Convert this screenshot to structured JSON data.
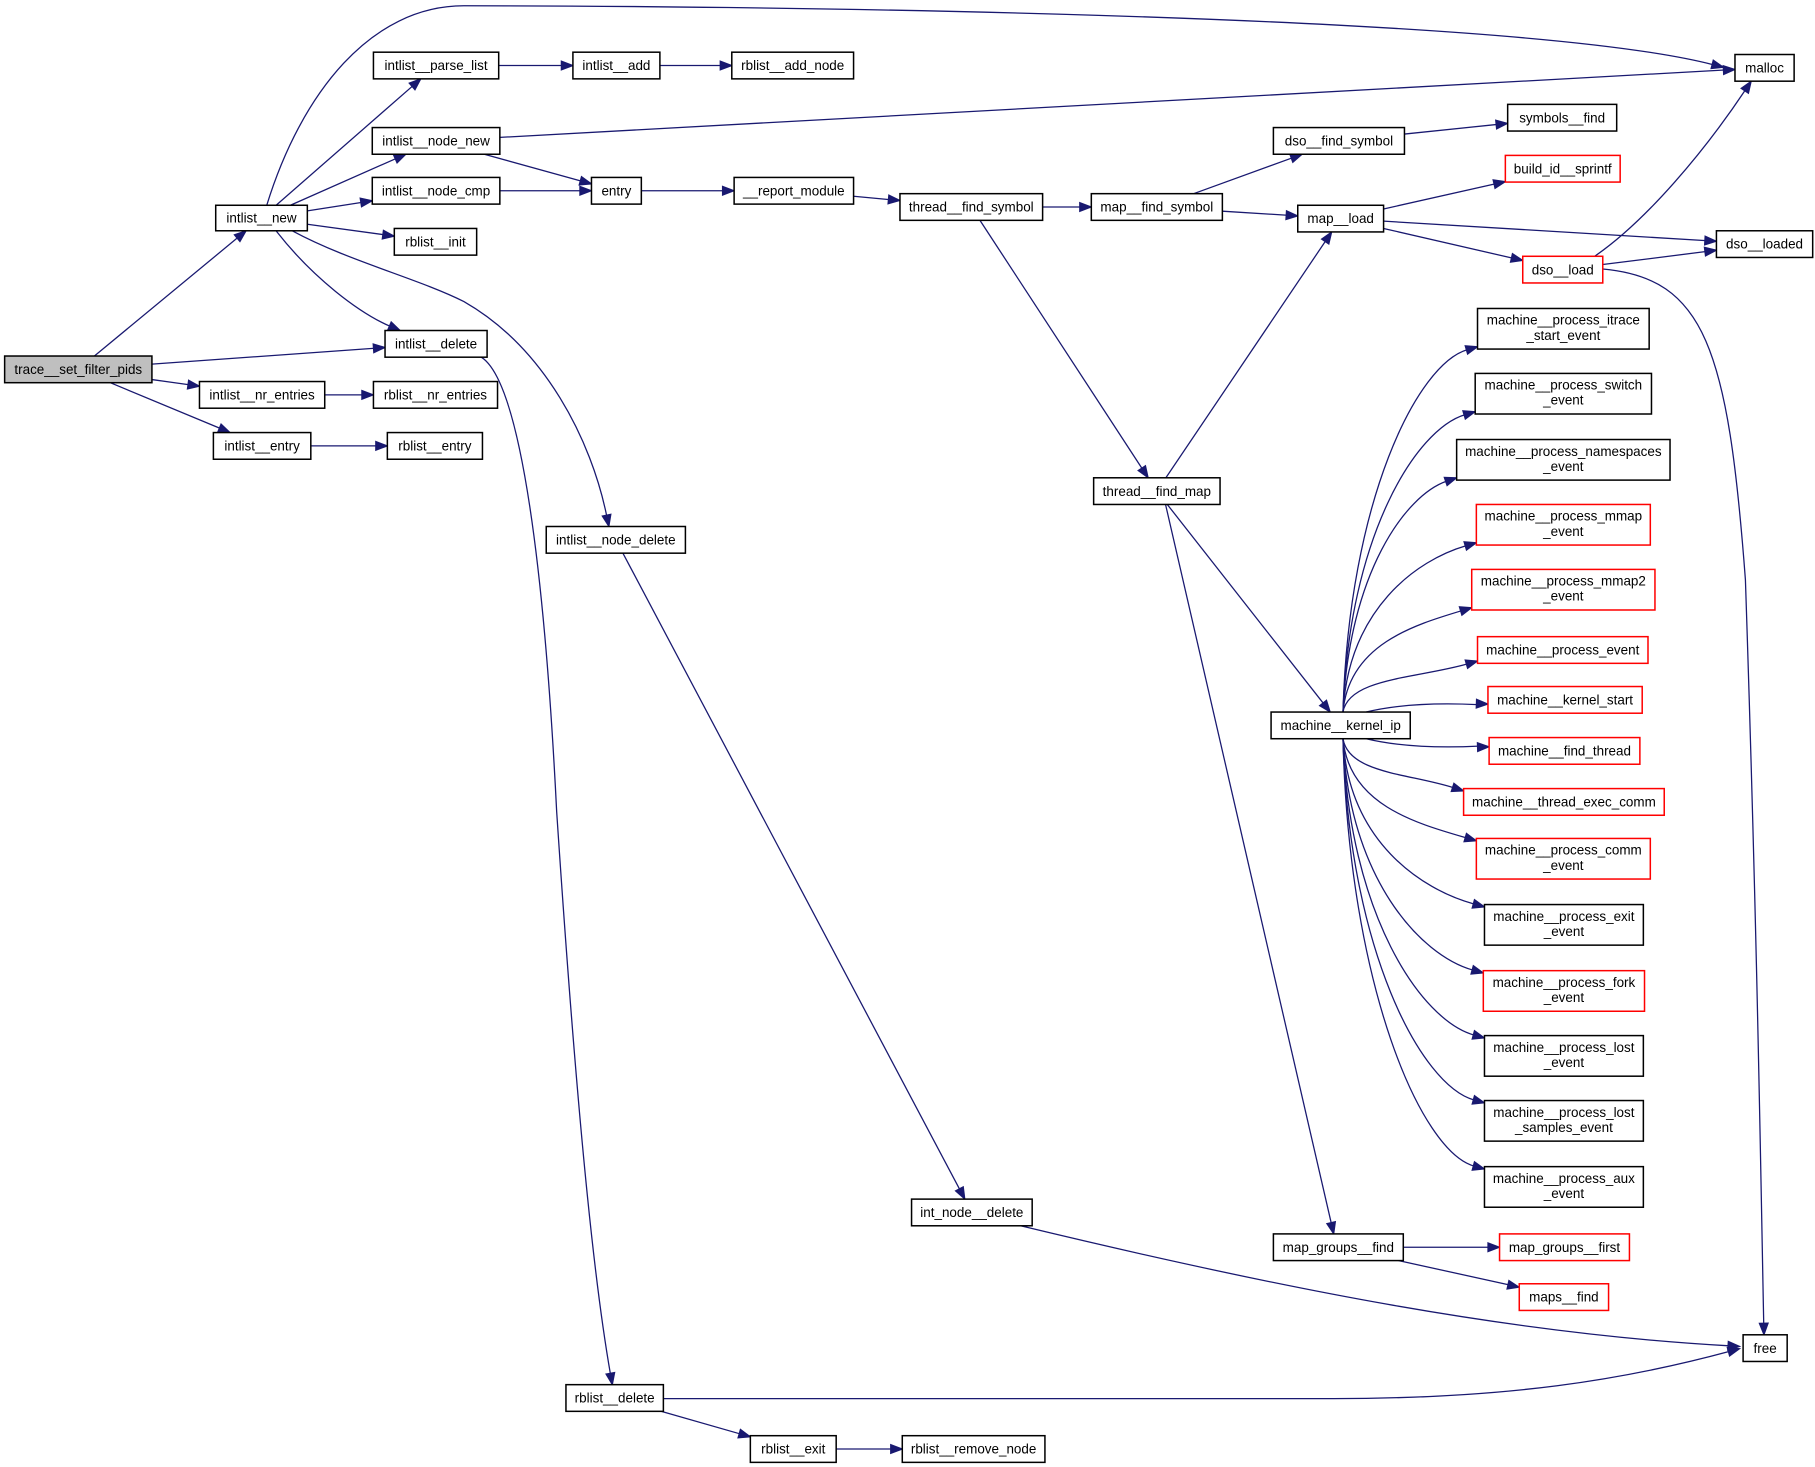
{
  "title": "trace__set_filter_pids call graph",
  "colors": {
    "edge": "#191970",
    "root_fill": "#bfbfbf",
    "node_border": "#000000",
    "undocumented_border": "#ff0000"
  },
  "nodes": [
    {
      "id": "trace__set_filter_pids",
      "lines": [
        "trace__set_filter_pids"
      ],
      "kind": "root"
    },
    {
      "id": "intlist__new",
      "lines": [
        "intlist__new"
      ],
      "kind": "normal"
    },
    {
      "id": "intlist__parse_list",
      "lines": [
        "intlist__parse_list"
      ],
      "kind": "normal"
    },
    {
      "id": "intlist__add",
      "lines": [
        "intlist__add"
      ],
      "kind": "normal"
    },
    {
      "id": "rblist__add_node",
      "lines": [
        "rblist__add_node"
      ],
      "kind": "normal"
    },
    {
      "id": "intlist__node_new",
      "lines": [
        "intlist__node_new"
      ],
      "kind": "normal"
    },
    {
      "id": "intlist__node_cmp",
      "lines": [
        "intlist__node_cmp"
      ],
      "kind": "normal"
    },
    {
      "id": "entry",
      "lines": [
        "entry"
      ],
      "kind": "normal"
    },
    {
      "id": "__report_module",
      "lines": [
        "__report_module"
      ],
      "kind": "normal"
    },
    {
      "id": "thread__find_symbol",
      "lines": [
        "thread__find_symbol"
      ],
      "kind": "normal"
    },
    {
      "id": "map__find_symbol",
      "lines": [
        "map__find_symbol"
      ],
      "kind": "normal"
    },
    {
      "id": "dso__find_symbol",
      "lines": [
        "dso__find_symbol"
      ],
      "kind": "normal"
    },
    {
      "id": "symbols__find",
      "lines": [
        "symbols__find"
      ],
      "kind": "normal"
    },
    {
      "id": "build_id__sprintf",
      "lines": [
        "build_id__sprintf"
      ],
      "kind": "undocumented"
    },
    {
      "id": "map__load",
      "lines": [
        "map__load"
      ],
      "kind": "normal"
    },
    {
      "id": "malloc",
      "lines": [
        "malloc"
      ],
      "kind": "normal"
    },
    {
      "id": "dso__loaded",
      "lines": [
        "dso__loaded"
      ],
      "kind": "normal"
    },
    {
      "id": "dso__load",
      "lines": [
        "dso__load"
      ],
      "kind": "undocumented"
    },
    {
      "id": "rblist__init",
      "lines": [
        "rblist__init"
      ],
      "kind": "normal"
    },
    {
      "id": "intlist__delete",
      "lines": [
        "intlist__delete"
      ],
      "kind": "normal"
    },
    {
      "id": "intlist__nr_entries",
      "lines": [
        "intlist__nr_entries"
      ],
      "kind": "normal"
    },
    {
      "id": "rblist__nr_entries",
      "lines": [
        "rblist__nr_entries"
      ],
      "kind": "normal"
    },
    {
      "id": "intlist__entry",
      "lines": [
        "intlist__entry"
      ],
      "kind": "normal"
    },
    {
      "id": "rblist__entry",
      "lines": [
        "rblist__entry"
      ],
      "kind": "normal"
    },
    {
      "id": "intlist__node_delete",
      "lines": [
        "intlist__node_delete"
      ],
      "kind": "normal"
    },
    {
      "id": "thread__find_map",
      "lines": [
        "thread__find_map"
      ],
      "kind": "normal"
    },
    {
      "id": "machine__kernel_ip",
      "lines": [
        "machine__kernel_ip"
      ],
      "kind": "normal"
    },
    {
      "id": "machine__process_itrace_start_event",
      "lines": [
        "machine__process_itrace",
        "_start_event"
      ],
      "kind": "normal"
    },
    {
      "id": "machine__process_switch_event",
      "lines": [
        "machine__process_switch",
        "_event"
      ],
      "kind": "normal"
    },
    {
      "id": "machine__process_namespaces_event",
      "lines": [
        "machine__process_namespaces",
        "_event"
      ],
      "kind": "normal"
    },
    {
      "id": "machine__process_mmap_event",
      "lines": [
        "machine__process_mmap",
        "_event"
      ],
      "kind": "undocumented"
    },
    {
      "id": "machine__process_mmap2_event",
      "lines": [
        "machine__process_mmap2",
        "_event"
      ],
      "kind": "undocumented"
    },
    {
      "id": "machine__process_event",
      "lines": [
        "machine__process_event"
      ],
      "kind": "undocumented"
    },
    {
      "id": "machine__kernel_start",
      "lines": [
        "machine__kernel_start"
      ],
      "kind": "undocumented"
    },
    {
      "id": "machine__find_thread",
      "lines": [
        "machine__find_thread"
      ],
      "kind": "undocumented"
    },
    {
      "id": "machine__thread_exec_comm",
      "lines": [
        "machine__thread_exec_comm"
      ],
      "kind": "undocumented"
    },
    {
      "id": "machine__process_comm_event",
      "lines": [
        "machine__process_comm",
        "_event"
      ],
      "kind": "undocumented"
    },
    {
      "id": "machine__process_exit_event",
      "lines": [
        "machine__process_exit",
        "_event"
      ],
      "kind": "normal"
    },
    {
      "id": "machine__process_fork_event",
      "lines": [
        "machine__process_fork",
        "_event"
      ],
      "kind": "undocumented"
    },
    {
      "id": "machine__process_lost_event",
      "lines": [
        "machine__process_lost",
        "_event"
      ],
      "kind": "normal"
    },
    {
      "id": "machine__process_lost_samples_event",
      "lines": [
        "machine__process_lost",
        "_samples_event"
      ],
      "kind": "normal"
    },
    {
      "id": "machine__process_aux_event",
      "lines": [
        "machine__process_aux",
        "_event"
      ],
      "kind": "normal"
    },
    {
      "id": "map_groups__find",
      "lines": [
        "map_groups__find"
      ],
      "kind": "normal"
    },
    {
      "id": "map_groups__first",
      "lines": [
        "map_groups__first"
      ],
      "kind": "undocumented"
    },
    {
      "id": "maps__find",
      "lines": [
        "maps__find"
      ],
      "kind": "undocumented"
    },
    {
      "id": "int_node__delete",
      "lines": [
        "int_node__delete"
      ],
      "kind": "normal"
    },
    {
      "id": "free",
      "lines": [
        "free"
      ],
      "kind": "normal"
    },
    {
      "id": "rblist__delete",
      "lines": [
        "rblist__delete"
      ],
      "kind": "normal"
    },
    {
      "id": "rblist__exit",
      "lines": [
        "rblist__exit"
      ],
      "kind": "normal"
    },
    {
      "id": "rblist__remove_node",
      "lines": [
        "rblist__remove_node"
      ],
      "kind": "normal"
    }
  ],
  "edges": [
    [
      "trace__set_filter_pids",
      "intlist__new"
    ],
    [
      "trace__set_filter_pids",
      "intlist__delete"
    ],
    [
      "trace__set_filter_pids",
      "intlist__nr_entries"
    ],
    [
      "trace__set_filter_pids",
      "intlist__entry"
    ],
    [
      "intlist__new",
      "malloc"
    ],
    [
      "intlist__new",
      "intlist__parse_list"
    ],
    [
      "intlist__new",
      "intlist__node_new"
    ],
    [
      "intlist__new",
      "intlist__node_cmp"
    ],
    [
      "intlist__new",
      "rblist__init"
    ],
    [
      "intlist__new",
      "intlist__delete"
    ],
    [
      "intlist__new",
      "intlist__node_delete"
    ],
    [
      "intlist__parse_list",
      "intlist__add"
    ],
    [
      "intlist__add",
      "rblist__add_node"
    ],
    [
      "intlist__node_new",
      "malloc"
    ],
    [
      "intlist__node_new",
      "entry"
    ],
    [
      "intlist__node_cmp",
      "entry"
    ],
    [
      "entry",
      "__report_module"
    ],
    [
      "__report_module",
      "thread__find_symbol"
    ],
    [
      "thread__find_symbol",
      "map__find_symbol"
    ],
    [
      "thread__find_symbol",
      "thread__find_map"
    ],
    [
      "map__find_symbol",
      "dso__find_symbol"
    ],
    [
      "map__find_symbol",
      "map__load"
    ],
    [
      "dso__find_symbol",
      "symbols__find"
    ],
    [
      "map__load",
      "build_id__sprintf"
    ],
    [
      "map__load",
      "dso__loaded"
    ],
    [
      "map__load",
      "dso__load"
    ],
    [
      "dso__load",
      "malloc"
    ],
    [
      "dso__load",
      "dso__loaded"
    ],
    [
      "dso__load",
      "free"
    ],
    [
      "thread__find_map",
      "map__load"
    ],
    [
      "thread__find_map",
      "machine__kernel_ip"
    ],
    [
      "thread__find_map",
      "map_groups__find"
    ],
    [
      "machine__kernel_ip",
      "machine__process_itrace_start_event"
    ],
    [
      "machine__kernel_ip",
      "machine__process_switch_event"
    ],
    [
      "machine__kernel_ip",
      "machine__process_namespaces_event"
    ],
    [
      "machine__kernel_ip",
      "machine__process_mmap_event"
    ],
    [
      "machine__kernel_ip",
      "machine__process_mmap2_event"
    ],
    [
      "machine__kernel_ip",
      "machine__process_event"
    ],
    [
      "machine__kernel_ip",
      "machine__kernel_start"
    ],
    [
      "machine__kernel_ip",
      "machine__find_thread"
    ],
    [
      "machine__kernel_ip",
      "machine__thread_exec_comm"
    ],
    [
      "machine__kernel_ip",
      "machine__process_comm_event"
    ],
    [
      "machine__kernel_ip",
      "machine__process_exit_event"
    ],
    [
      "machine__kernel_ip",
      "machine__process_fork_event"
    ],
    [
      "machine__kernel_ip",
      "machine__process_lost_event"
    ],
    [
      "machine__kernel_ip",
      "machine__process_lost_samples_event"
    ],
    [
      "machine__kernel_ip",
      "machine__process_aux_event"
    ],
    [
      "map_groups__find",
      "map_groups__first"
    ],
    [
      "map_groups__find",
      "maps__find"
    ],
    [
      "intlist__delete",
      "rblist__delete"
    ],
    [
      "intlist__nr_entries",
      "rblist__nr_entries"
    ],
    [
      "intlist__entry",
      "rblist__entry"
    ],
    [
      "intlist__node_delete",
      "int_node__delete"
    ],
    [
      "int_node__delete",
      "free"
    ],
    [
      "rblist__delete",
      "free"
    ],
    [
      "rblist__delete",
      "rblist__exit"
    ],
    [
      "rblist__exit",
      "rblist__remove_node"
    ]
  ]
}
